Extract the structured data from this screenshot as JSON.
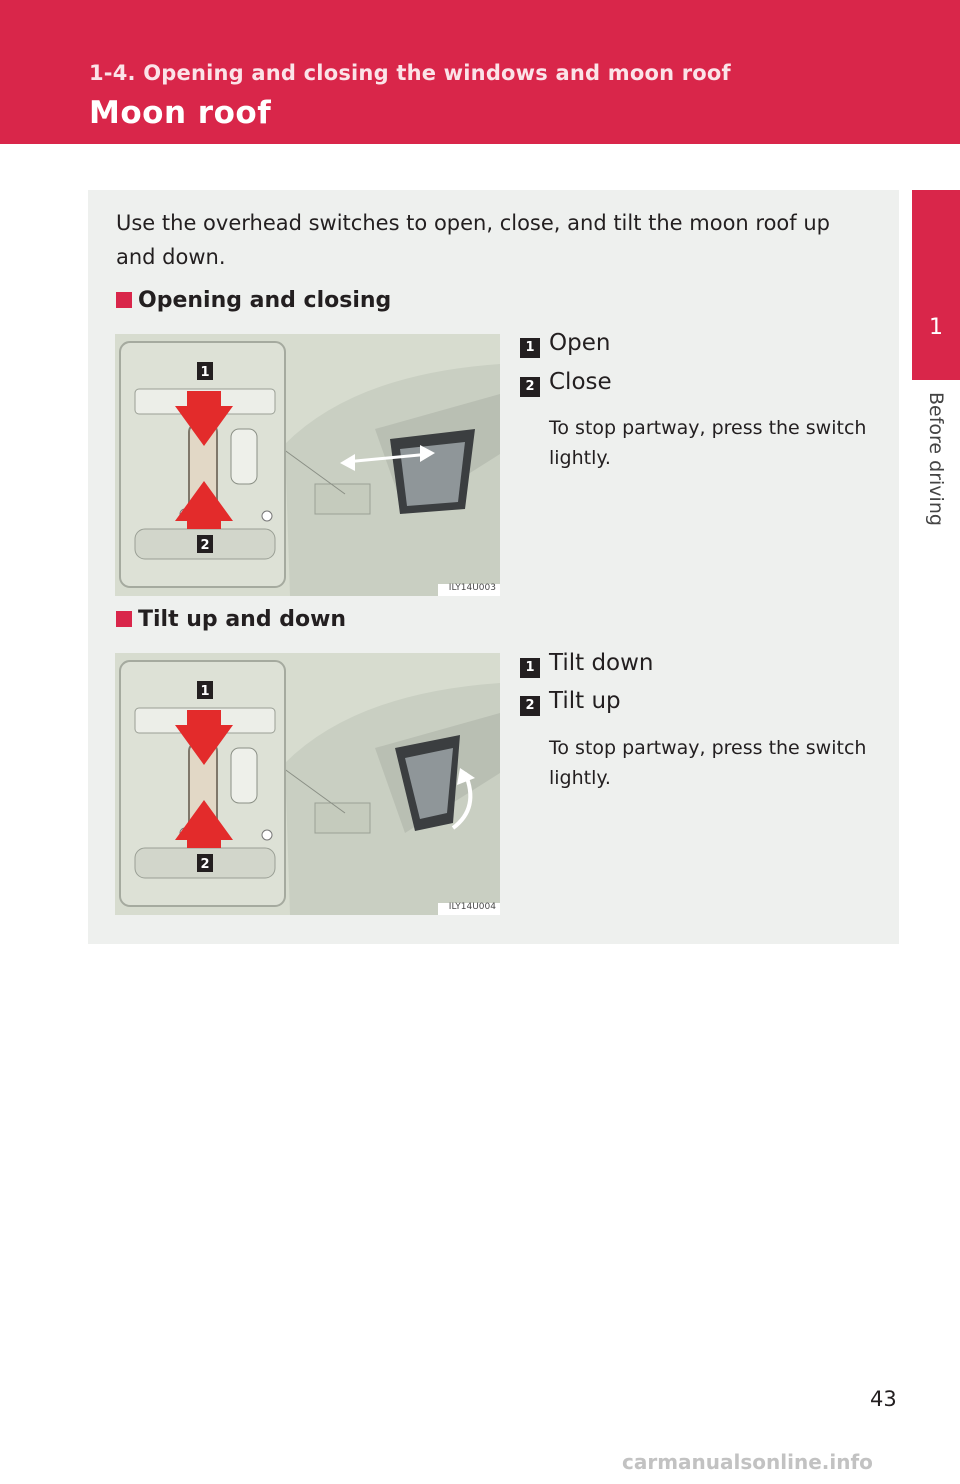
{
  "header": {
    "section_title": "1-4. Opening and closing the windows and moon roof",
    "page_heading": "Moon roof",
    "color": "#d9264a"
  },
  "side_tab": {
    "number": "1",
    "label": "Before driving"
  },
  "content": {
    "intro": "Use the overhead switches to open, close, and tilt the moon roof up and down.",
    "sections": [
      {
        "heading": "Opening and closing",
        "figure_code": "ILY14U003",
        "steps": [
          {
            "num": "1",
            "label": "Open"
          },
          {
            "num": "2",
            "label": "Close"
          }
        ],
        "note": "To stop partway, press the switch lightly."
      },
      {
        "heading": "Tilt up and down",
        "figure_code": "ILY14U004",
        "steps": [
          {
            "num": "1",
            "label": "Tilt down"
          },
          {
            "num": "2",
            "label": "Tilt up"
          }
        ],
        "note": "To stop partway, press the switch lightly."
      }
    ]
  },
  "page_number": "43",
  "watermark": "carmanualsonline.info"
}
